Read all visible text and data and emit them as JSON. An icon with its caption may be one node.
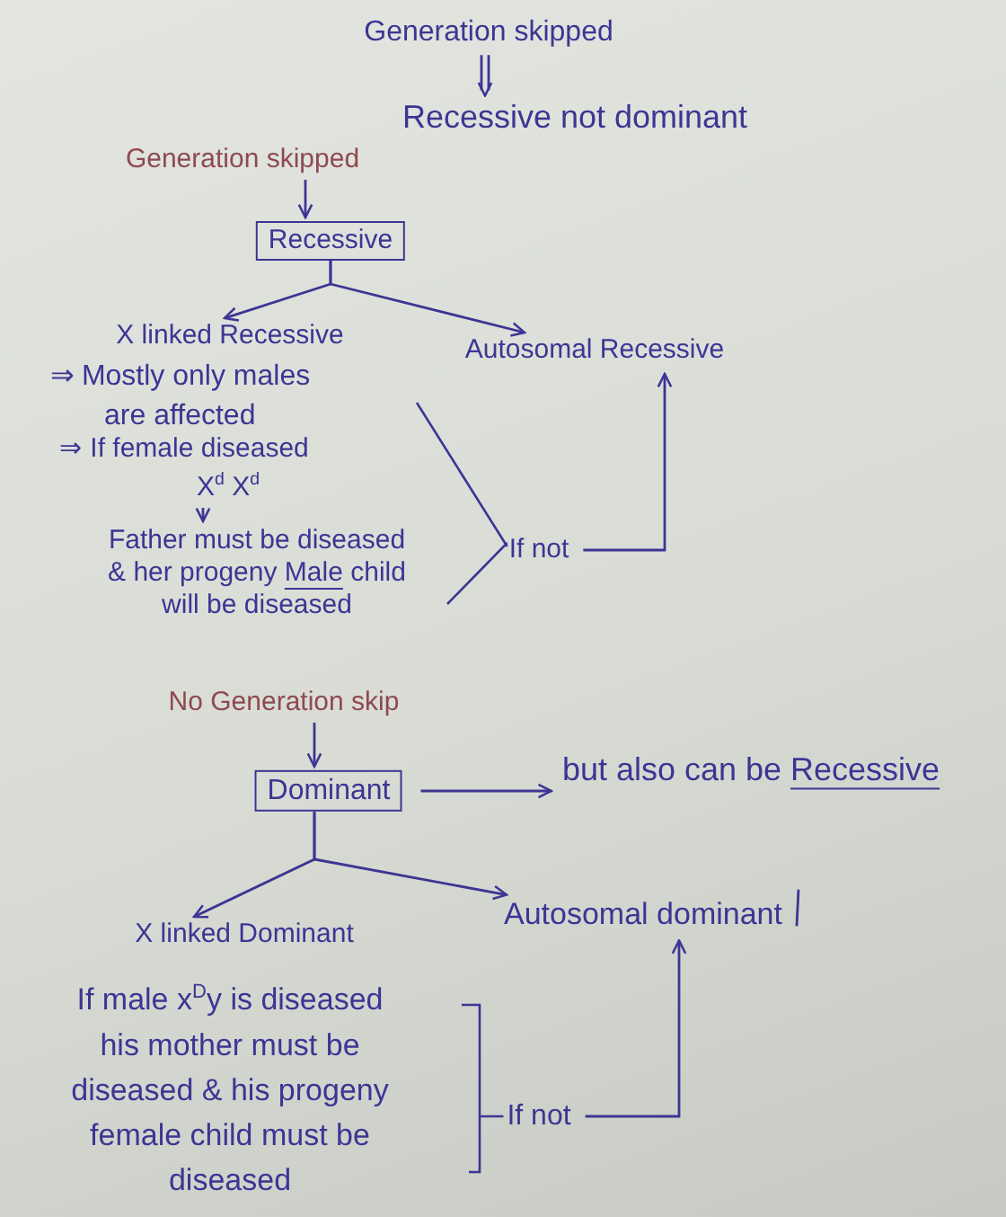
{
  "diagram": {
    "nodes": [
      {
        "text": [
          "Generation skipped"
        ]
      },
      {
        "text": [
          "Recessive not dominant"
        ]
      },
      {
        "text": [
          "Generation skipped"
        ]
      },
      {
        "text": [
          "Recessive"
        ]
      },
      {
        "text": [
          "X linked Recessive"
        ]
      },
      {
        "text": [
          "Autosomal Recessive"
        ]
      },
      {
        "text": [
          "X$^{d}$ X$^{d}$"
        ]
      },
      {
        "text": [
          "Father must be diseased & her progeny Male child will be diseased"
        ]
      },
      {
        "text": [
          "If not"
        ]
      },
      {
        "text": [
          "No Generation skip"
        ]
      },
      {
        "text": [
          "Dominant"
        ]
      },
      {
        "text": [
          "but also can be Recessive"
        ]
      },
      {
        "text": [
          "X linked Dominant"
        ]
      },
      {
        "text": [
          "Autosomal dominant"
        ]
      },
      {
        "text": [
          "If male x$^{D}$y is diseased his mother must be diseased & his progeny female child must be diseased"
        ]
      },
      {
        "text": [
          "If not"
        ]
      }
    ],
    "edges": [
      {
        "from": 0,
        "to": 1,
        "arrow": "to"
      },
      {
        "from": 2,
        "to": 3,
        "arrow": "to"
      },
      {
        "from": 3,
        "to": 4,
        "arrow": "to"
      },
      {
        "from": 3,
        "to": 5,
        "arrow": "to"
      },
      {
        "from": 6,
        "to": 7,
        "arrow": "to"
      },
      {
        "from": 8,
        "to": 5,
        "arrow": "to"
      },
      {
        "from": 9,
        "to": 10,
        "arrow": "to"
      },
      {
        "from": 10,
        "to": 11,
        "arrow": "to"
      },
      {
        "from": 10,
        "to": 12,
        "arrow": "to"
      },
      {
        "from": 10,
        "to": 13,
        "arrow": "to"
      },
      {
        "from": 15,
        "to": 13,
        "arrow": "to"
      }
    ],
    "labels": [
      "⇒ Mostly only males are affected",
      "⇒ If female diseased"
    ]
  }
}
